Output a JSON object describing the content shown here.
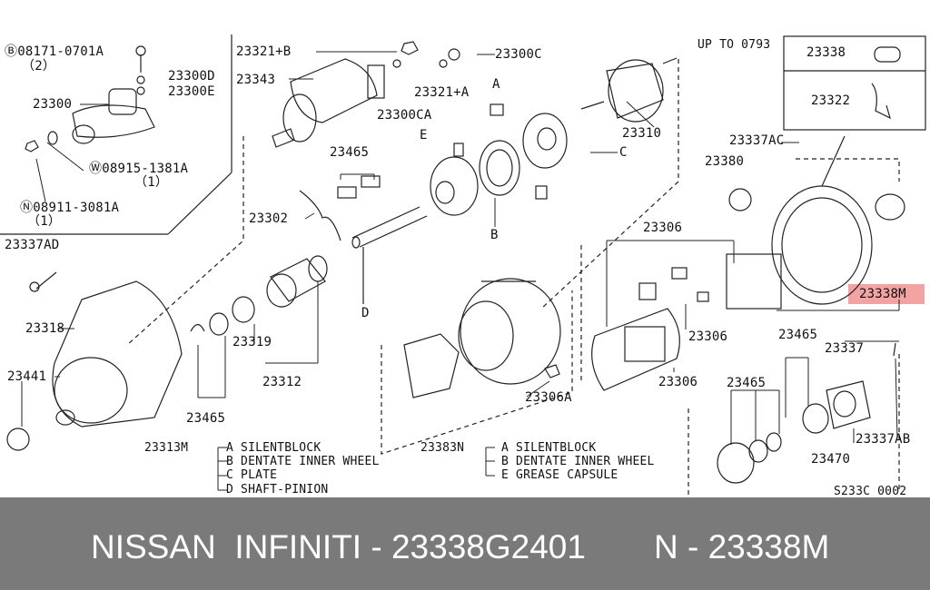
{
  "callouts": {
    "bolt_b": "Ⓑ08171-0701A",
    "bolt_b_qty": "（2）",
    "p23300": "23300",
    "p23300D": "23300D",
    "p23300E": "23300E",
    "washer_w": "Ⓦ08915-1381A",
    "washer_w_qty": "（1）",
    "nut_n": "Ⓝ08911-3081A",
    "nut_n_qty": "（1）",
    "p23321B": "23321+B",
    "p23343": "23343",
    "p23300CA": "23300CA",
    "p23321A": "23321+A",
    "p23300C": "23300C",
    "a": "A",
    "e": "E",
    "p23310": "23310",
    "c": "C",
    "p23465a": "23465",
    "p23302": "23302",
    "b": "B",
    "d": "D",
    "p23337AD": "23337AD",
    "p23318": "23318",
    "p23441": "23441",
    "p23319": "23319",
    "p23312": "23312",
    "p23465b": "23465",
    "p23306a": "23306",
    "p23306b": "23306",
    "p23306c": "23306",
    "p23306A": "23306A",
    "up_to": "UP TO 0793",
    "p23338": "23338",
    "p23322": "23322",
    "p23337AC": "23337AC",
    "p23380": "23380",
    "p23338M": "23338M",
    "p23465c": "23465",
    "p23337": "23337",
    "p23465d": "23465",
    "p23470": "23470",
    "p23337AB": "23337AB",
    "diagram_code": "S233C 0002"
  },
  "legend_left": {
    "code": "23313M",
    "items": [
      "A SILENTBLOCK",
      "B DENTATE INNER WHEEL",
      "C PLATE",
      "D SHAFT-PINION"
    ]
  },
  "legend_right": {
    "code": "23383N",
    "items": [
      "A SILENTBLOCK",
      "B DENTATE INNER WHEEL",
      "E GREASE CAPSULE"
    ]
  },
  "footer": {
    "left": "NISSAN  INFINITI - 23338G2401",
    "right": "N - 23338M"
  },
  "colors": {
    "highlight": "#f4a3a3",
    "footer_bg": "#7a7a7a"
  }
}
